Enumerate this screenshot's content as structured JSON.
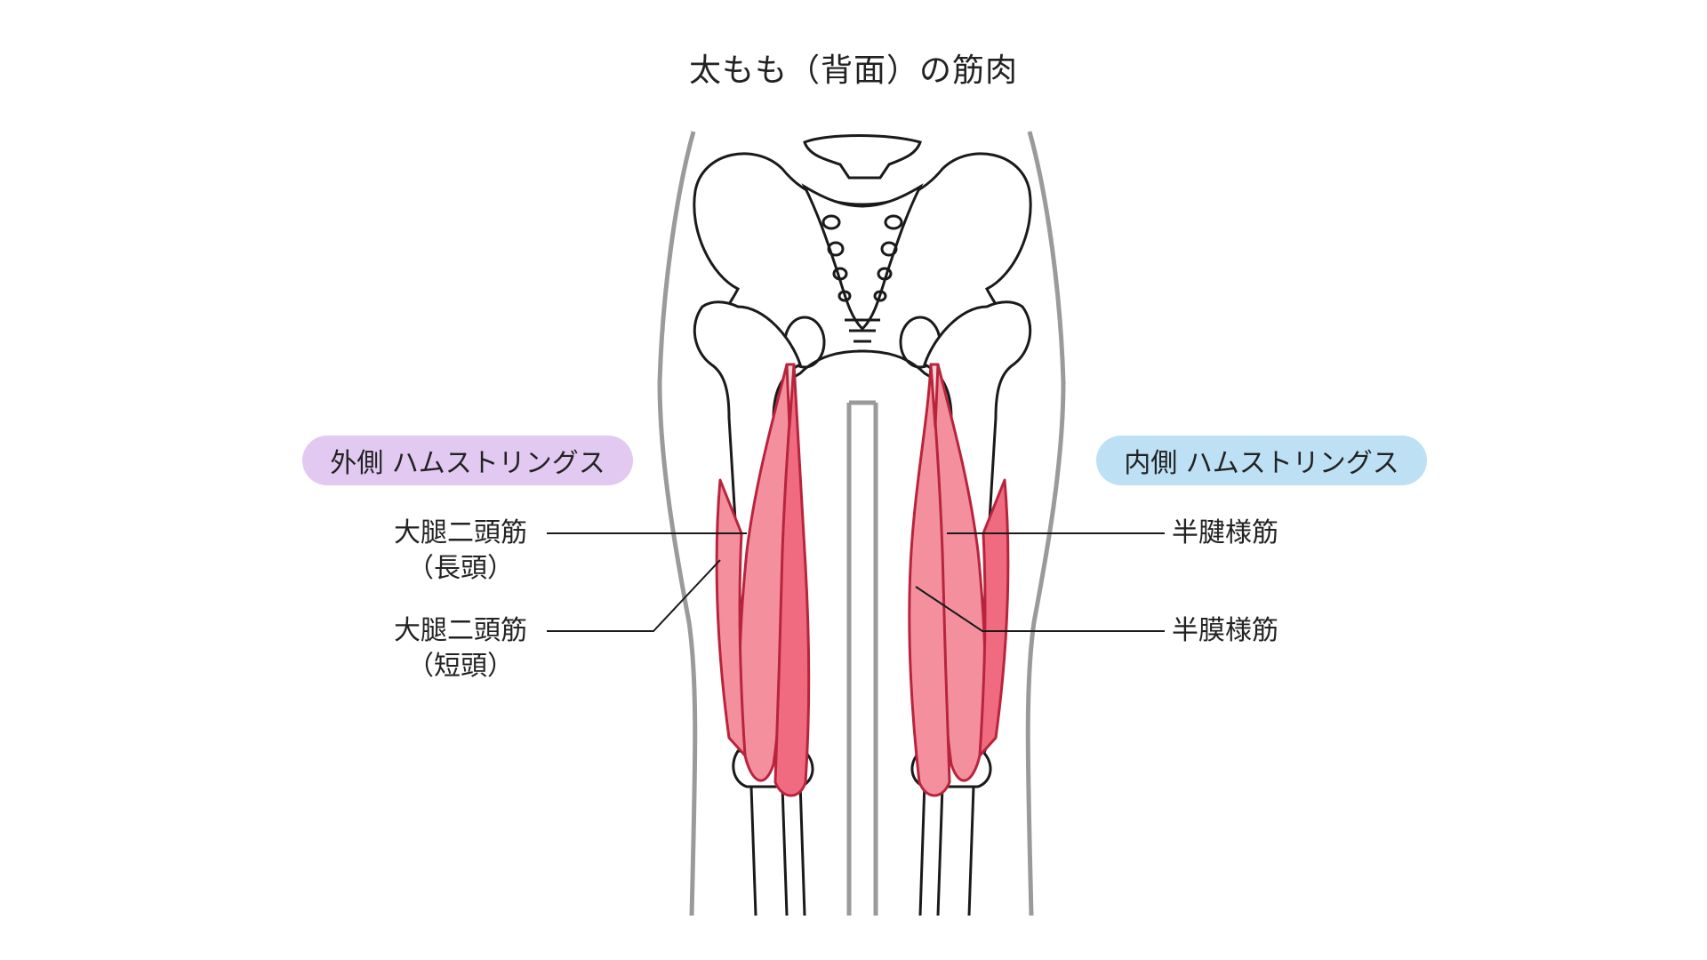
{
  "title": "太もも（背面）の筋肉",
  "groups": {
    "lateral": {
      "label": "外側 ハムストリングス",
      "color": "#e2c9f1"
    },
    "medial": {
      "label": "内側 ハムストリングス",
      "color": "#bde0f4"
    }
  },
  "muscles": {
    "biceps_long": {
      "name": "大腿二頭筋",
      "sub": "（長頭）"
    },
    "biceps_short": {
      "name": "大腿二頭筋",
      "sub": "（短頭）"
    },
    "semitendinosus": {
      "name": "半腱様筋"
    },
    "semimembranosus": {
      "name": "半膜様筋"
    }
  },
  "colors": {
    "muscle_fill": "#f4909e",
    "muscle_stroke": "#b8243c",
    "tendon": "#fbd3d8",
    "bone_stroke": "#1a1a1a",
    "skin_outline": "#9a9a9a"
  }
}
